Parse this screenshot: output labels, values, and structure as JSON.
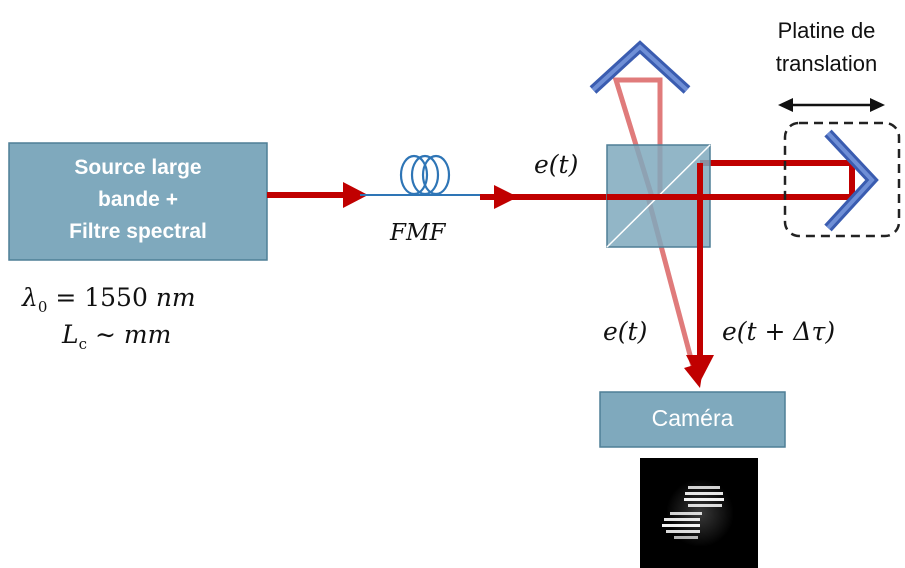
{
  "source": {
    "line1": "Source large",
    "line2": "bande +",
    "line3": "Filtre spectral"
  },
  "source_params": {
    "lambda_symbol": "λ",
    "lambda_sub": "0",
    "lambda_value": " = 1550 ",
    "lambda_unit": "nm",
    "lc_symbol": "L",
    "lc_sub": "c",
    "lc_value": " ∼ ",
    "lc_unit": "mm"
  },
  "fiber_label": "FMF",
  "beam_labels": {
    "input": "e(t)",
    "reference": "e(t)",
    "delayed": "e(t + Δτ)"
  },
  "stage": {
    "line1": "Platine de",
    "line2": "translation"
  },
  "camera_label": "Caméra",
  "colors": {
    "box_fill": "#7fa9bd",
    "box_border": "#4f7f96",
    "beam": "#c00000",
    "beam_faded": "#e07b7b",
    "mirror": "#3a5cb0",
    "fiber": "#2e75b6"
  }
}
